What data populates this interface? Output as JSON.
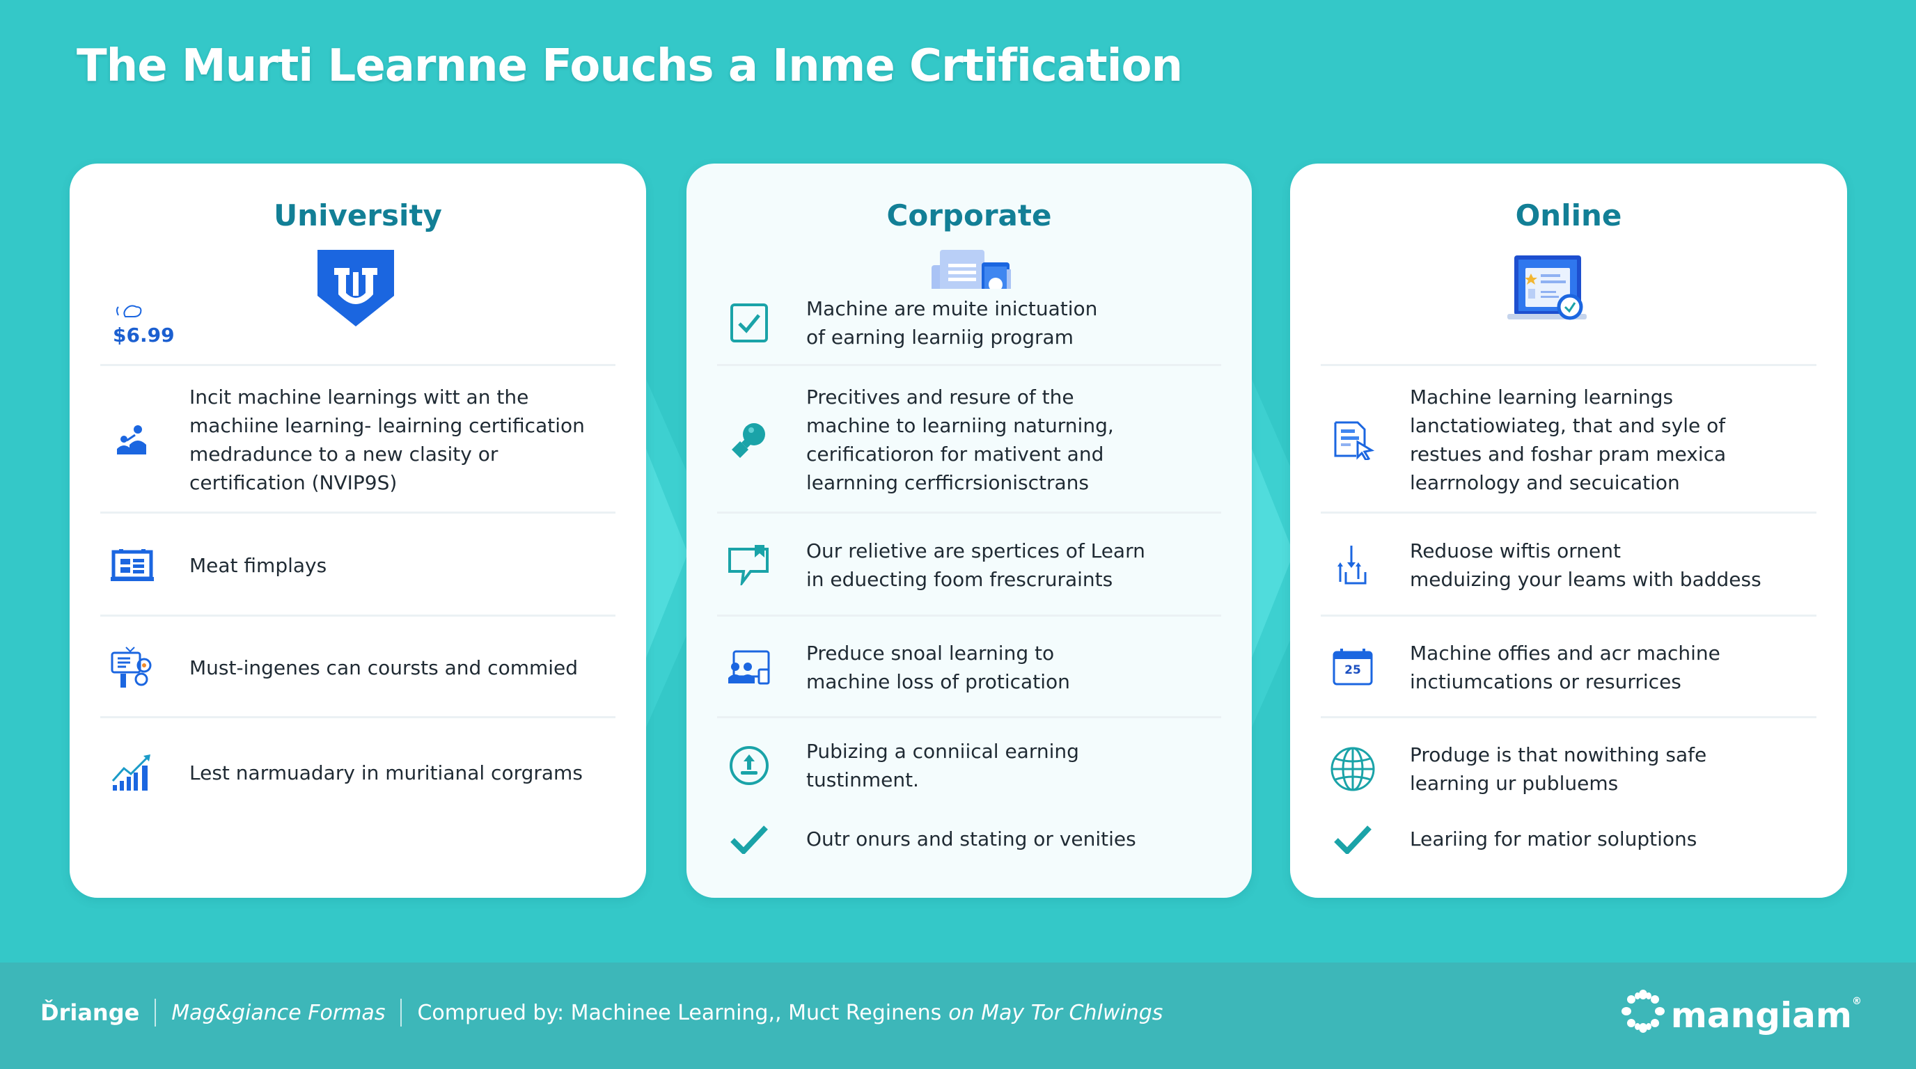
{
  "header": {
    "title": "The Murti Learnne Fouchs a Inme Crtification"
  },
  "colors": {
    "background": "#34c8c8",
    "footer": "#3db7b9",
    "card_title": "#127f96",
    "icon_blue": "#1b66e0",
    "icon_teal": "#1aa3a8"
  },
  "cards": [
    {
      "title": "University",
      "header_icon": "shield-u-icon",
      "price_icon": "cloud-icon",
      "price": "$6.99",
      "items": [
        {
          "icon": "people-icon",
          "text": "Incit machine learnings witt an the\nmachiine learning- leairning certification\nmedradunce to a new clasity or\ncertification (NVIP9S)"
        },
        {
          "icon": "calendar-board-icon",
          "text": "Meat fimplays"
        },
        {
          "icon": "presentation-gear-icon",
          "text": "Must-ingenes can coursts and commied"
        },
        {
          "icon": "growth-chart-icon",
          "text": "Lest narmuadary in muritianal corgrams"
        }
      ]
    },
    {
      "title": "Corporate",
      "header_icon": "documents-device-icon",
      "items": [
        {
          "icon": "checkbox-icon",
          "text": "Machine are muite inictuation\nof earning learniig program"
        },
        {
          "icon": "pin-diamond-icon",
          "text": "Precitives and resure of the\nmachine to learniing naturning,\ncerificatioron for mativent and\nlearnning cerfficrsionisctrans"
        },
        {
          "icon": "chat-bubble-icon",
          "text": "Our relietive are spertices of Learn\nin eduecting foom frescruraints"
        },
        {
          "icon": "team-device-icon",
          "text": "Preduce snoal learning to\nmachine loss of protication"
        },
        {
          "icon": "upload-circle-icon",
          "text": "Pubizing a conniical earning\ntustinment."
        },
        {
          "icon": "checkmark-icon",
          "text": "Outr onurs and stating or venities"
        }
      ]
    },
    {
      "title": "Online",
      "header_icon": "laptop-certificate-icon",
      "items": [
        {
          "icon": "document-cursor-icon",
          "text": "Machine learning learnings\nlanctatiowiateg, that and syle of\nrestues and foshar pram mexica\nlearrnology and secuication"
        },
        {
          "icon": "transfer-arrows-icon",
          "text": "Reduose wiftis ornent\nmeduizing your leams with baddess"
        },
        {
          "icon": "calendar-icon",
          "calendar_day": "25",
          "text": "Machine offies and acr machine\ninctiumcations or resurrices"
        },
        {
          "icon": "globe-icon",
          "text": "Produge is that nowithing safe\nlearning ur publuems"
        },
        {
          "icon": "checkmark-icon",
          "text": "Leariing for  matior soluptions"
        }
      ]
    }
  ],
  "footer": {
    "brand": "Ďriange",
    "subtitle": "Mag&giance Formas",
    "credit_prefix": "Comprued by: Machinee Learning,, Muct Reginens",
    "credit_italic": "on May Tor Chlwings",
    "logo_text": "mangiam",
    "logo_mark": "®"
  }
}
